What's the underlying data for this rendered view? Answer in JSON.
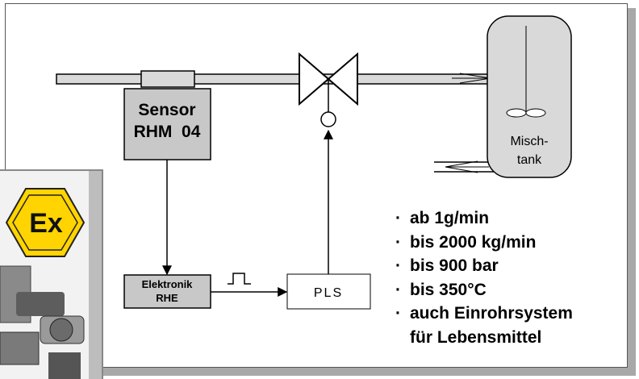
{
  "sensor": {
    "line1": "Sensor",
    "line2": "RHM  04"
  },
  "electronics": {
    "line1": "Elektronik",
    "line2": "RHE"
  },
  "pls": {
    "label": "PLS"
  },
  "tank": {
    "line1": "Misch-",
    "line2": "tank"
  },
  "ex_badge": {
    "text": "Ex"
  },
  "features": {
    "bullet": "·",
    "items": [
      "ab 1g/min",
      "bis 2000 kg/min",
      "bis 900 bar",
      "bis 350°C",
      "auch Einrohrsystem"
    ],
    "continuation": "für Lebensmittel"
  },
  "colors": {
    "box_fill": "#c8c8c8",
    "badge_yellow": "#ffd400",
    "panel_shadow": "#a8a8a8"
  }
}
